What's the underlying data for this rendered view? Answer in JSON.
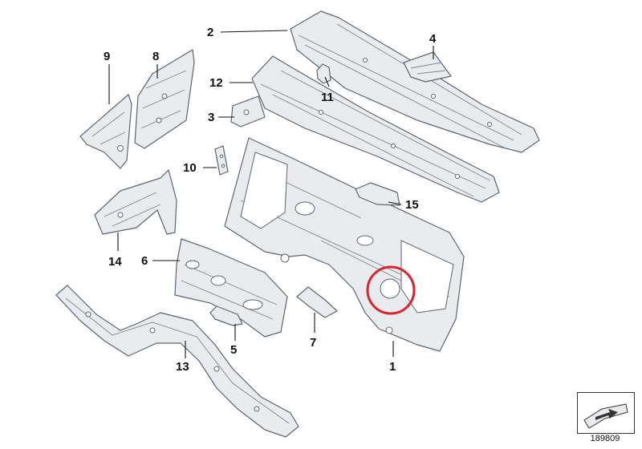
{
  "diagram": {
    "callouts": [
      "1",
      "2",
      "3",
      "4",
      "5",
      "6",
      "7",
      "8",
      "9",
      "10",
      "11",
      "12",
      "13",
      "14",
      "15"
    ],
    "reference_number": "189809",
    "colors": {
      "highlight": "#d9262e",
      "part_fill": "#e9ebee",
      "part_stroke": "#5c6670"
    }
  }
}
